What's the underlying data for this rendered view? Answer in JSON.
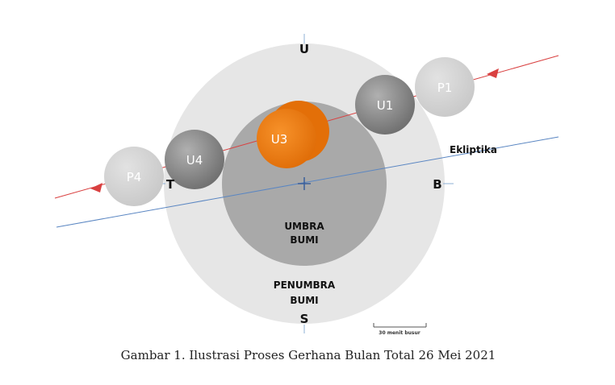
{
  "directions": {
    "north": "U",
    "south": "S",
    "east": "T",
    "west": "B"
  },
  "zones": {
    "umbra": [
      "UMBRA",
      "BUMI"
    ],
    "penumbra": [
      "PENUMBRA",
      "BUMI"
    ]
  },
  "ecliptic_label": "Ekliptika",
  "moon_positions": [
    {
      "key": "P1",
      "label": "P1",
      "color": "#d3d3d3"
    },
    {
      "key": "U1",
      "label": "U1",
      "color": "#8f8f8f"
    },
    {
      "key": "U3",
      "label": "U3",
      "color": "#ee7b10"
    },
    {
      "key": "U4",
      "label": "U4",
      "color": "#8f8f8f"
    },
    {
      "key": "P4",
      "label": "P4",
      "color": "#d3d3d3"
    }
  ],
  "scale_bar_label": "30 menit busur",
  "caption": "Gambar 1. Ilustrasi Proses Gerhana Bulan Total 26 Mei 2021",
  "colors": {
    "penumbra": "#e6e6e6",
    "umbra": "#a9a9a9",
    "moon_path": "#d94040",
    "ecliptic": "#5a86c2",
    "axis": "#8fb0d6"
  }
}
